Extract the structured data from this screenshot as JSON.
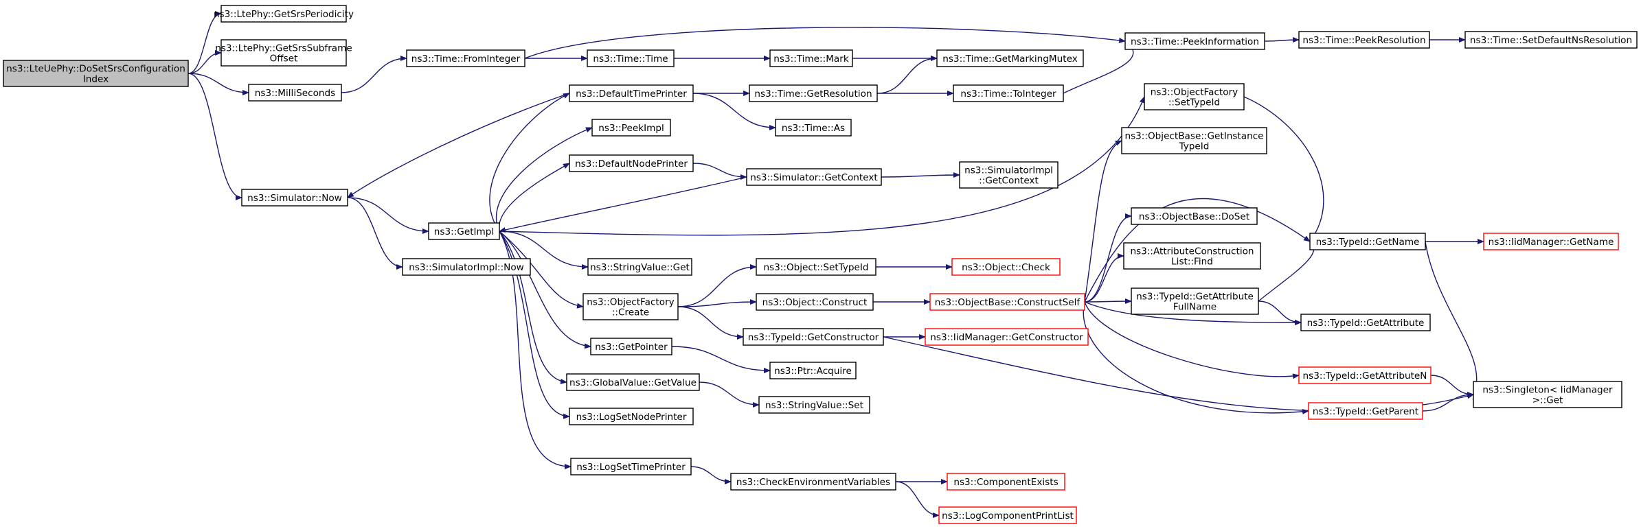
{
  "diagram": {
    "title": "",
    "colors": {
      "edge": "#191970",
      "box_border": "#000000",
      "box_border_truncated": "#ff0000",
      "root_fill": "#bfbfbf",
      "background": "#ffffff"
    },
    "nodes": [
      {
        "id": "root",
        "lines": [
          "ns3::LteUePhy::DoSetSrsConfiguration",
          "Index"
        ],
        "root": true
      },
      {
        "id": "getsrsperiodicity",
        "lines": [
          "ns3::LtePhy::GetSrsPeriodicity"
        ]
      },
      {
        "id": "getsrssubframeoffset",
        "lines": [
          "ns3::LtePhy::GetSrsSubframe",
          "Offset"
        ]
      },
      {
        "id": "milliseconds",
        "lines": [
          "ns3::MilliSeconds"
        ]
      },
      {
        "id": "simulator-now",
        "lines": [
          "ns3::Simulator::Now"
        ]
      },
      {
        "id": "time-frominteger",
        "lines": [
          "ns3::Time::FromInteger"
        ]
      },
      {
        "id": "time-time",
        "lines": [
          "ns3::Time::Time"
        ]
      },
      {
        "id": "time-mark",
        "lines": [
          "ns3::Time::Mark"
        ]
      },
      {
        "id": "time-getmarkingmutex",
        "lines": [
          "ns3::Time::GetMarkingMutex"
        ]
      },
      {
        "id": "time-peekinformation",
        "lines": [
          "ns3::Time::PeekInformation"
        ]
      },
      {
        "id": "time-peekresolution",
        "lines": [
          "ns3::Time::PeekResolution"
        ]
      },
      {
        "id": "time-setdefaultnsresolution",
        "lines": [
          "ns3::Time::SetDefaultNsResolution"
        ]
      },
      {
        "id": "defaulttimeprinter",
        "lines": [
          "ns3::DefaultTimePrinter"
        ]
      },
      {
        "id": "time-getresolution",
        "lines": [
          "ns3::Time::GetResolution"
        ]
      },
      {
        "id": "time-tointeger",
        "lines": [
          "ns3::Time::ToInteger"
        ]
      },
      {
        "id": "time-as",
        "lines": [
          "ns3::Time::As"
        ]
      },
      {
        "id": "peekimpl",
        "lines": [
          "ns3::PeekImpl"
        ]
      },
      {
        "id": "defaultnodeprinter",
        "lines": [
          "ns3::DefaultNodePrinter"
        ]
      },
      {
        "id": "simulator-getcontext",
        "lines": [
          "ns3::Simulator::GetContext"
        ]
      },
      {
        "id": "simulatorimpl-getcontext",
        "lines": [
          "ns3::SimulatorImpl",
          "::GetContext"
        ]
      },
      {
        "id": "getimpl",
        "lines": [
          "ns3::GetImpl"
        ]
      },
      {
        "id": "simulatorimpl-now",
        "lines": [
          "ns3::SimulatorImpl::Now"
        ]
      },
      {
        "id": "stringvalue-get",
        "lines": [
          "ns3::StringValue::Get"
        ]
      },
      {
        "id": "objectfactory-create",
        "lines": [
          "ns3::ObjectFactory",
          "::Create"
        ]
      },
      {
        "id": "object-settypeid",
        "lines": [
          "ns3::Object::SetTypeId"
        ]
      },
      {
        "id": "object-check",
        "lines": [
          "ns3::Object::Check"
        ],
        "truncated": true
      },
      {
        "id": "object-construct",
        "lines": [
          "ns3::Object::Construct"
        ]
      },
      {
        "id": "objectbase-constructself",
        "lines": [
          "ns3::ObjectBase::ConstructSelf"
        ],
        "truncated": true
      },
      {
        "id": "typeid-getconstructor",
        "lines": [
          "ns3::TypeId::GetConstructor"
        ]
      },
      {
        "id": "iidmanager-getconstructor",
        "lines": [
          "ns3::IidManager::GetConstructor"
        ],
        "truncated": true
      },
      {
        "id": "getpointer",
        "lines": [
          "ns3::GetPointer"
        ]
      },
      {
        "id": "ptr-acquire",
        "lines": [
          "ns3::Ptr::Acquire"
        ]
      },
      {
        "id": "globalvalue-getvalue",
        "lines": [
          "ns3::GlobalValue::GetValue"
        ]
      },
      {
        "id": "stringvalue-set",
        "lines": [
          "ns3::StringValue::Set"
        ]
      },
      {
        "id": "logsetnodeprinter",
        "lines": [
          "ns3::LogSetNodePrinter"
        ]
      },
      {
        "id": "logsettimeprinter",
        "lines": [
          "ns3::LogSetTimePrinter"
        ]
      },
      {
        "id": "checkenvironmentvariables",
        "lines": [
          "ns3::CheckEnvironmentVariables"
        ]
      },
      {
        "id": "componentexists",
        "lines": [
          "ns3::ComponentExists"
        ],
        "truncated": true
      },
      {
        "id": "logcomponentprintlist",
        "lines": [
          "ns3::LogComponentPrintList"
        ],
        "truncated": true
      },
      {
        "id": "objectfactory-settypeid",
        "lines": [
          "ns3::ObjectFactory",
          "::SetTypeId"
        ]
      },
      {
        "id": "objectbase-getinstancetypeid",
        "lines": [
          "ns3::ObjectBase::GetInstance",
          "TypeId"
        ]
      },
      {
        "id": "objectbase-doset",
        "lines": [
          "ns3::ObjectBase::DoSet"
        ]
      },
      {
        "id": "attributeconstructionlist-find",
        "lines": [
          "ns3::AttributeConstruction",
          "List::Find"
        ]
      },
      {
        "id": "typeid-getattributefullname",
        "lines": [
          "ns3::TypeId::GetAttribute",
          "FullName"
        ]
      },
      {
        "id": "typeid-getattributen",
        "lines": [
          "ns3::TypeId::GetAttributeN"
        ],
        "truncated": true
      },
      {
        "id": "typeid-getparent",
        "lines": [
          "ns3::TypeId::GetParent"
        ],
        "truncated": true
      },
      {
        "id": "typeid-getname",
        "lines": [
          "ns3::TypeId::GetName"
        ]
      },
      {
        "id": "iidmanager-getname",
        "lines": [
          "ns3::IidManager::GetName"
        ],
        "truncated": true
      },
      {
        "id": "typeid-getattribute",
        "lines": [
          "ns3::TypeId::GetAttribute"
        ]
      },
      {
        "id": "singleton-get",
        "lines": [
          "ns3::Singleton< IidManager",
          " >::Get"
        ]
      }
    ],
    "edges": [
      [
        "root",
        "getsrsperiodicity"
      ],
      [
        "root",
        "getsrssubframeoffset"
      ],
      [
        "root",
        "milliseconds"
      ],
      [
        "root",
        "simulator-now"
      ],
      [
        "milliseconds",
        "time-frominteger"
      ],
      [
        "time-frominteger",
        "time-time"
      ],
      [
        "time-frominteger",
        "time-peekinformation"
      ],
      [
        "time-time",
        "time-mark"
      ],
      [
        "time-mark",
        "time-getmarkingmutex"
      ],
      [
        "time-peekinformation",
        "time-peekresolution"
      ],
      [
        "time-peekresolution",
        "time-setdefaultnsresolution"
      ],
      [
        "defaulttimeprinter",
        "time-getresolution"
      ],
      [
        "defaulttimeprinter",
        "time-as"
      ],
      [
        "defaulttimeprinter",
        "simulator-now"
      ],
      [
        "time-getresolution",
        "time-getmarkingmutex"
      ],
      [
        "time-getresolution",
        "time-tointeger"
      ],
      [
        "time-tointeger",
        "time-peekinformation"
      ],
      [
        "simulator-now",
        "getimpl"
      ],
      [
        "simulator-now",
        "simulatorimpl-now"
      ],
      [
        "getimpl",
        "defaulttimeprinter"
      ],
      [
        "getimpl",
        "peekimpl"
      ],
      [
        "getimpl",
        "defaultnodeprinter"
      ],
      [
        "getimpl",
        "objectfactory-settypeid"
      ],
      [
        "getimpl",
        "stringvalue-get"
      ],
      [
        "getimpl",
        "objectfactory-create"
      ],
      [
        "getimpl",
        "getpointer"
      ],
      [
        "getimpl",
        "globalvalue-getvalue"
      ],
      [
        "getimpl",
        "logsetnodeprinter"
      ],
      [
        "getimpl",
        "logsettimeprinter"
      ],
      [
        "defaultnodeprinter",
        "simulator-getcontext"
      ],
      [
        "simulator-getcontext",
        "simulatorimpl-getcontext"
      ],
      [
        "simulator-getcontext",
        "getimpl"
      ],
      [
        "objectfactory-create",
        "object-settypeid"
      ],
      [
        "objectfactory-create",
        "object-construct"
      ],
      [
        "objectfactory-create",
        "typeid-getconstructor"
      ],
      [
        "object-settypeid",
        "object-check"
      ],
      [
        "object-construct",
        "objectbase-constructself"
      ],
      [
        "typeid-getconstructor",
        "iidmanager-getconstructor"
      ],
      [
        "typeid-getconstructor",
        "singleton-get"
      ],
      [
        "getpointer",
        "ptr-acquire"
      ],
      [
        "globalvalue-getvalue",
        "stringvalue-set"
      ],
      [
        "logsettimeprinter",
        "checkenvironmentvariables"
      ],
      [
        "checkenvironmentvariables",
        "componentexists"
      ],
      [
        "checkenvironmentvariables",
        "logcomponentprintlist"
      ],
      [
        "objectbase-constructself",
        "objectbase-getinstancetypeid"
      ],
      [
        "objectbase-constructself",
        "typeid-getname"
      ],
      [
        "objectbase-constructself",
        "objectbase-doset"
      ],
      [
        "objectbase-constructself",
        "attributeconstructionlist-find"
      ],
      [
        "objectbase-constructself",
        "typeid-getattributefullname"
      ],
      [
        "objectbase-constructself",
        "typeid-getattribute"
      ],
      [
        "objectbase-constructself",
        "typeid-getattributen"
      ],
      [
        "objectbase-constructself",
        "typeid-getparent"
      ],
      [
        "objectfactory-settypeid",
        "typeid-getname"
      ],
      [
        "typeid-getattributefullname",
        "typeid-getname"
      ],
      [
        "typeid-getattributefullname",
        "typeid-getattribute"
      ],
      [
        "typeid-getname",
        "iidmanager-getname"
      ],
      [
        "typeid-getname",
        "singleton-get"
      ],
      [
        "typeid-getattributen",
        "singleton-get"
      ],
      [
        "typeid-getparent",
        "singleton-get"
      ]
    ]
  }
}
